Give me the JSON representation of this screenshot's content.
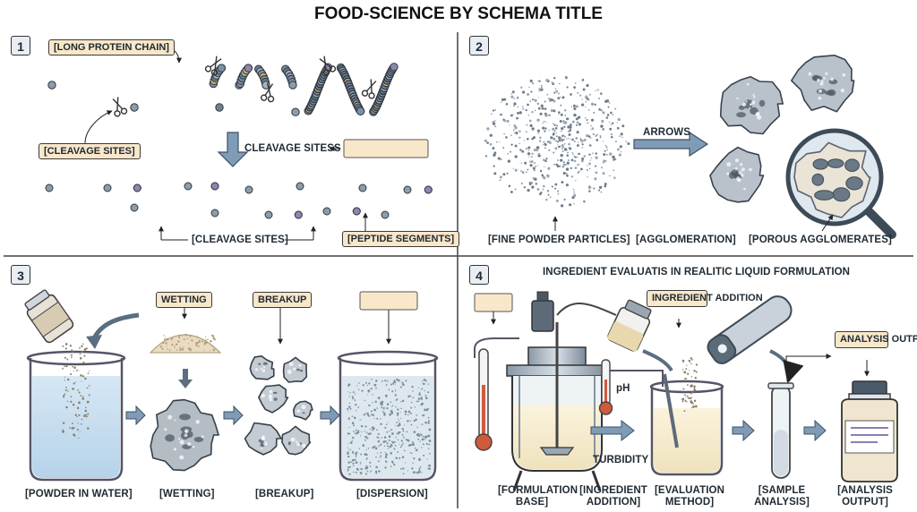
{
  "title": "FOOD-SCIENCE BY SCHEMA TITLE",
  "panel1": {
    "number": "1",
    "long_protein_chain": "[LONG PROTEIN CHAIN]",
    "cleavage_sites_tag": "[CLEAVAGE SITES]",
    "cleavage_sitess": "CLEAVAGE SITESS",
    "cleavage_sites_bottom": "[CLEAVAGE SITES]",
    "peptide_segments": "[PEPTIDE SEGMENTS]"
  },
  "panel2": {
    "number": "2",
    "arrows": "ARROWS",
    "fine_powder": "[FINE POWDER PARTICLES]",
    "agglomeration": "[AGGLOMERATION]",
    "porous_agglomerates": "[POROUS AGGLOMERATES]"
  },
  "panel3": {
    "number": "3",
    "wetting_tag": "WETTING",
    "breakup_tag": "BREAKUP",
    "powder_in_water": "[POWDER IN WATER]",
    "wetting": "[WETTING]",
    "breakup": "[BREAKUP]",
    "dispersion": "[DISPERSION]"
  },
  "panel4": {
    "number": "4",
    "heading": "INGREDIENT EVALUATIS IN REALITIC LIQUID FORMULATION",
    "ingredient_addition_tag": "INGREDIENT ADDITION",
    "analysis_output_tag": "ANALYSIS OUTPUT",
    "ph": "pH",
    "turbidity": "TURBIDITY",
    "formulation_base": "[FORMULATION BASE]",
    "ingredient_addition": "[INGREDIENT ADDITION]",
    "evaluation_method": "[EVALUATION METHOD]",
    "sample_analysis": "[SAMPLE ANALYSIS]",
    "analysis_output": "[ANALYSIS OUTPUT]"
  }
}
